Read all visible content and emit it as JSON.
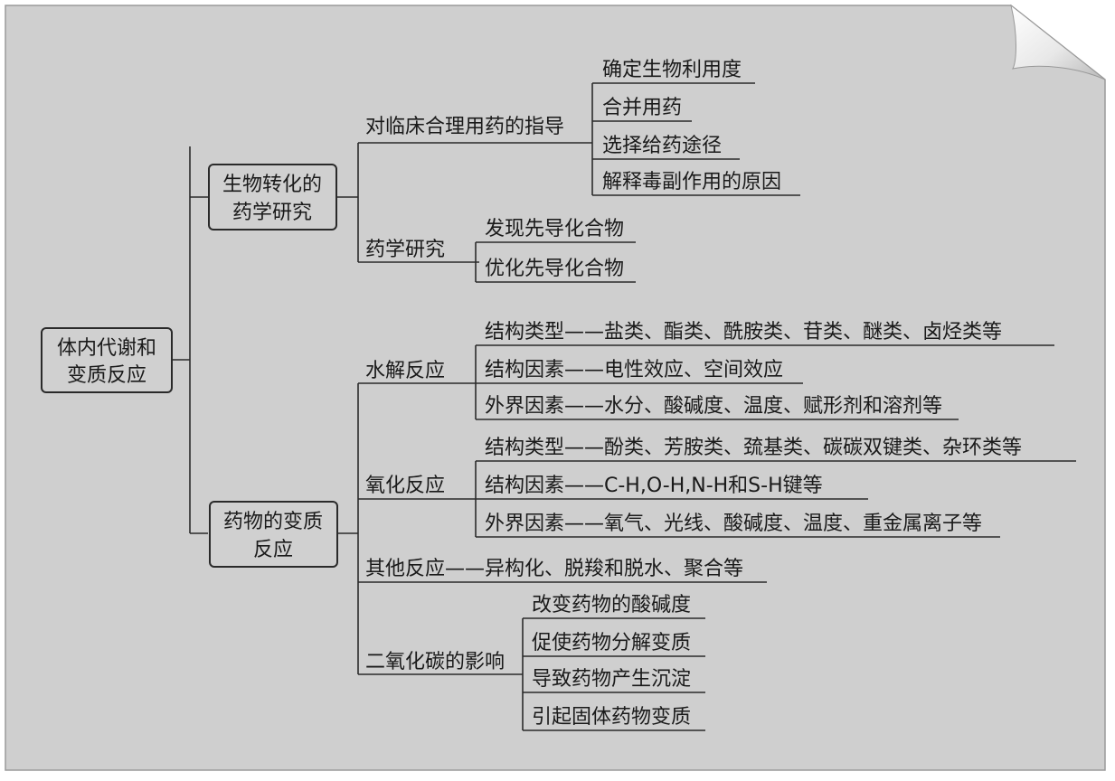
{
  "root": {
    "line1": "体内代谢和",
    "line2": "变质反应"
  },
  "branch1": {
    "line1": "生物转化的",
    "line2": "药学研究",
    "clinical": {
      "label": "对临床合理用药的指导",
      "items": [
        "确定生物利用度",
        "合并用药",
        "选择给药途径",
        "解释毒副作用的原因"
      ]
    },
    "pharma": {
      "label": "药学研究",
      "items": [
        "发现先导化合物",
        "优化先导化合物"
      ]
    }
  },
  "branch2": {
    "line1": "药物的变质",
    "line2": "反应",
    "hydrolysis": {
      "label": "水解反应",
      "items": [
        "结构类型——盐类、酯类、酰胺类、苷类、醚类、卤烃类等",
        "结构因素——电性效应、空间效应",
        "外界因素——水分、酸碱度、温度、赋形剂和溶剂等"
      ]
    },
    "oxidation": {
      "label": "氧化反应",
      "items": [
        "结构类型——酚类、芳胺类、巯基类、碳碳双键类、杂环类等",
        "结构因素——C-H,O-H,N-H和S-H键等",
        "外界因素——氧气、光线、酸碱度、温度、重金属离子等"
      ]
    },
    "other": {
      "label": "其他反应——异构化、脱羧和脱水、聚合等"
    },
    "co2": {
      "label": "二氧化碳的影响",
      "items": [
        "改变药物的酸碱度",
        "促使药物分解变质",
        "导致药物产生沉淀",
        "引起固体药物变质"
      ]
    }
  },
  "colors": {
    "paper": "#cfcfcf",
    "fold": "#f2f2f2",
    "ink": "#1a1a1a"
  }
}
